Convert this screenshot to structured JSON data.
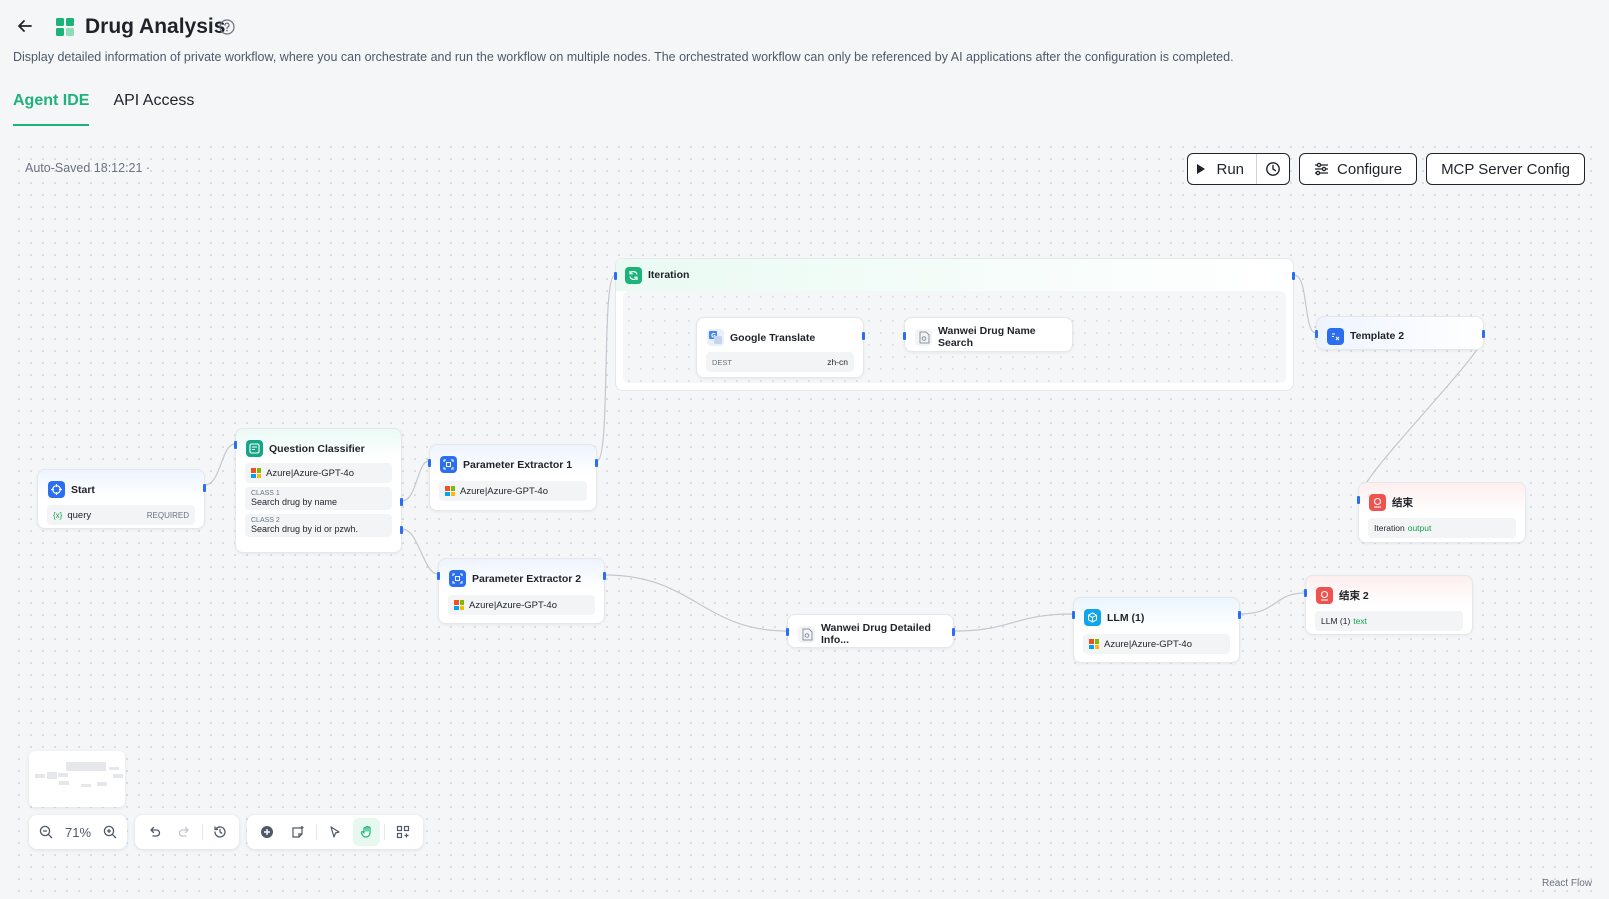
{
  "header": {
    "title": "Drug Analysis",
    "description": "Display detailed information of private workflow, where you can orchestrate and run the workflow on multiple nodes. The orchestrated workflow can only be referenced by AI applications after the configuration is completed.",
    "tabs": [
      {
        "label": "Agent IDE",
        "active": true
      },
      {
        "label": "API Access",
        "active": false
      }
    ]
  },
  "canvas": {
    "autosaved": "Auto-Saved 18:12:21 ·",
    "buttons": {
      "run": "Run",
      "configure": "Configure",
      "mcp": "MCP Server Config"
    },
    "zoom": "71%",
    "watermark": "React Flow"
  },
  "nodes": {
    "start": {
      "title": "Start",
      "var": "query",
      "req": "REQUIRED"
    },
    "classifier": {
      "title": "Question Classifier",
      "model": "Azure|Azure-GPT-4o",
      "classes": [
        {
          "label": "CLASS 1",
          "text": "Search drug by name"
        },
        {
          "label": "CLASS 2",
          "text": "Search drug by id or pzwh."
        }
      ]
    },
    "pe1": {
      "title": "Parameter Extractor 1",
      "model": "Azure|Azure-GPT-4o"
    },
    "pe2": {
      "title": "Parameter Extractor 2",
      "model": "Azure|Azure-GPT-4o"
    },
    "iteration": {
      "title": "Iteration"
    },
    "translate": {
      "title": "Google Translate",
      "dest_label": "DEST",
      "dest_value": "zh-cn"
    },
    "namesearch": {
      "title": "Wanwei Drug Name Search"
    },
    "template2": {
      "title": "Template 2"
    },
    "end1": {
      "title": "结束",
      "var_prefix": "Iteration",
      "var_name": "output"
    },
    "detail": {
      "title": "Wanwei Drug Detailed Info..."
    },
    "llm": {
      "title": "LLM (1)",
      "model": "Azure|Azure-GPT-4o"
    },
    "end2": {
      "title": "结束 2",
      "var_prefix": "LLM (1)",
      "var_name": "text"
    }
  },
  "colors": {
    "accent": "#1db37a",
    "node_blue": "#2b6ff0",
    "end_red": "#ef5350"
  }
}
